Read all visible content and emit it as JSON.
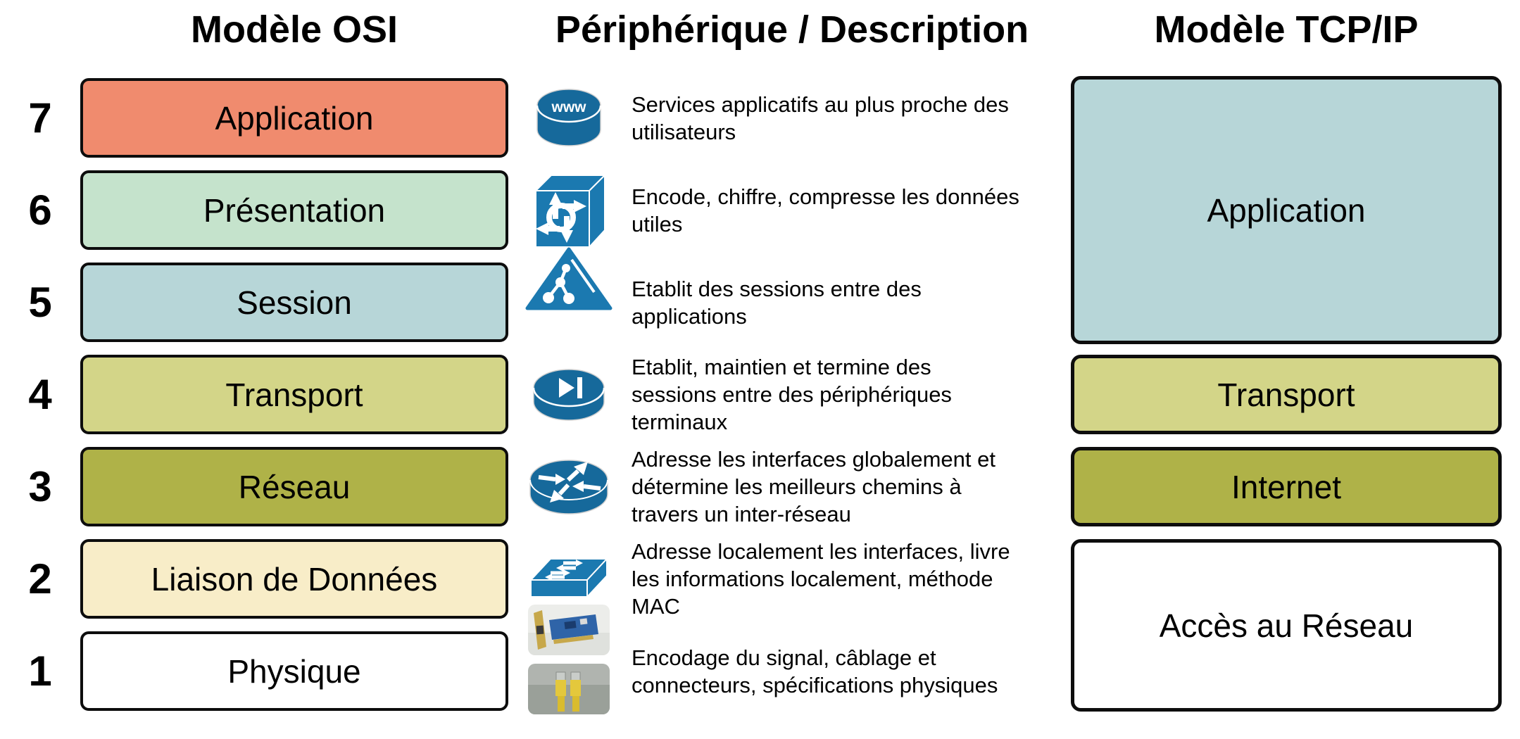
{
  "headers": {
    "osi": "Modèle OSI",
    "devices": "Périphérique / Description",
    "tcpip": "Modèle TCP/IP"
  },
  "osi_layers": [
    {
      "number": "7",
      "label": "Application",
      "color": "#F08B6E"
    },
    {
      "number": "6",
      "label": "Présentation",
      "color": "#C5E3CC"
    },
    {
      "number": "5",
      "label": "Session",
      "color": "#B7D6D8"
    },
    {
      "number": "4",
      "label": "Transport",
      "color": "#D3D588"
    },
    {
      "number": "3",
      "label": "Réseau",
      "color": "#AFB248"
    },
    {
      "number": "2",
      "label": "Liaison de Données",
      "color": "#F8EDC8"
    },
    {
      "number": "1",
      "label": "Physique",
      "color": "#FFFFFF"
    }
  ],
  "descriptions": [
    {
      "icon": "web-server-icon",
      "text": "Services applicatifs au plus proche des\nutilisateurs"
    },
    {
      "icon": "atm-switch-icon",
      "text": "Encode, chiffre, compresse les données\nutiles"
    },
    {
      "icon": "session-triangle-icon",
      "text": "Etablit des sessions entre des\napplications"
    },
    {
      "icon": "transport-cylinder-icon",
      "text": "Etablit, maintien et termine des\nsessions entre des périphériques\nterminaux"
    },
    {
      "icon": "router-icon",
      "text": "Adresse les interfaces globalement et\ndétermine les meilleurs chemins à\ntravers un inter-réseau"
    },
    {
      "icon": "switch-icon nic-card-photo",
      "text": "Adresse localement les interfaces, livre\nles informations localement, méthode\nMAC"
    },
    {
      "icon": "ethernet-cables-photo",
      "text": "Encodage du signal, câblage et\nconnecteurs, spécifications physiques"
    }
  ],
  "tcpip_layers": [
    {
      "label": "Application",
      "color": "#B7D6D8"
    },
    {
      "label": "Transport",
      "color": "#D3D588"
    },
    {
      "label": "Internet",
      "color": "#AFB248"
    },
    {
      "label": "Accès au Réseau",
      "color": "#FFFFFF"
    }
  ],
  "colors": {
    "icon_blue": "#16699B",
    "icon_blue_bright": "#1B79B0",
    "box_border": "#0D0D0D",
    "background": "#FFFFFF"
  }
}
